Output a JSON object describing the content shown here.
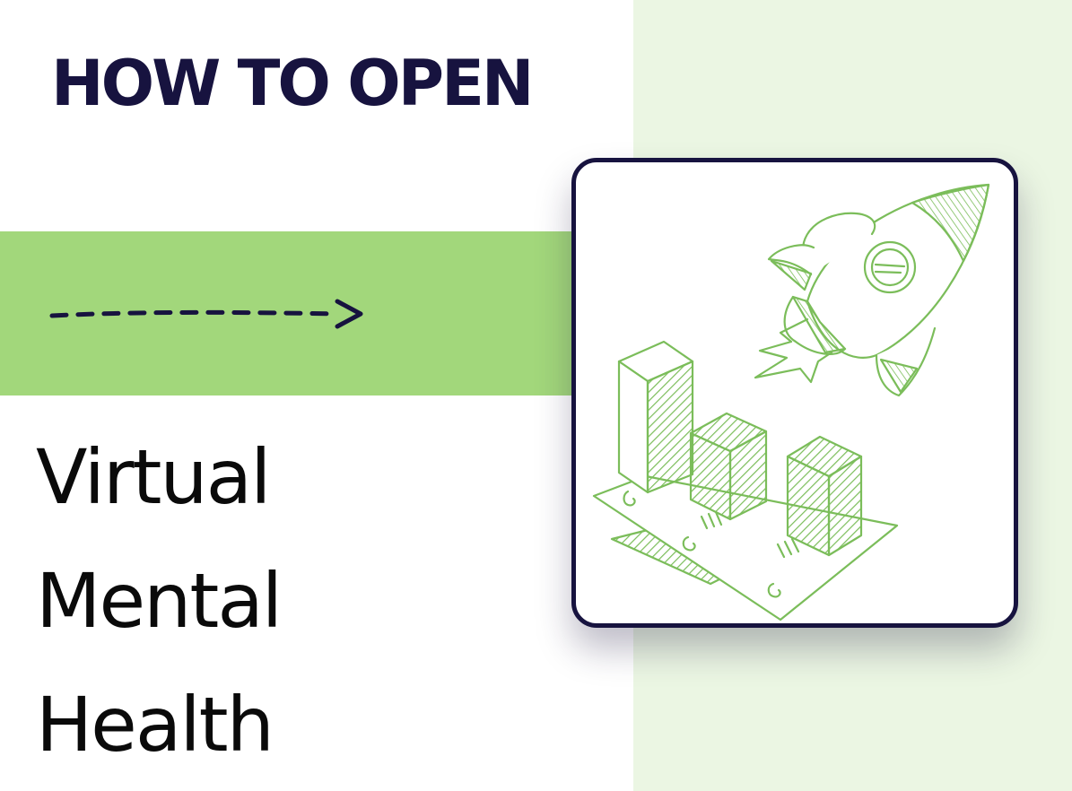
{
  "header": {
    "title": "HOW TO OPEN"
  },
  "main": {
    "title_lines": [
      "Virtual",
      "Mental",
      "Health"
    ]
  },
  "icons": {
    "arrow": "dashed-arrow-right-icon",
    "illustration": "rocket-growth-bar-chart-icon"
  },
  "colors": {
    "navy": "#17133f",
    "green_band": "#a2d77b",
    "light_green_bg": "#ebf6e3",
    "sketch_green": "#7bbd5a"
  }
}
